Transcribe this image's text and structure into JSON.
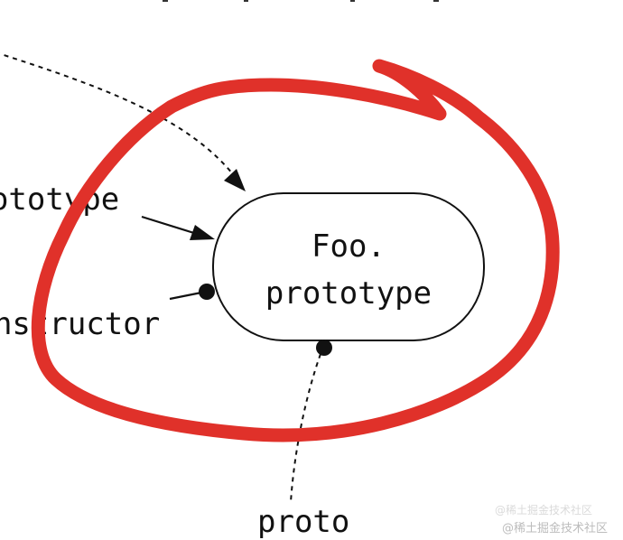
{
  "diagram": {
    "node": {
      "label_line1": "Foo.",
      "label_line2": "prototype"
    },
    "labels": {
      "prototype": "prototype",
      "constructor": "constructor",
      "proto": "proto"
    },
    "colors": {
      "highlight_circle": "#e0312a",
      "ink": "#111111",
      "background": "#ffffff"
    }
  },
  "watermark": {
    "ghost": "@稀土掘金技术社区",
    "main": "@稀土掘金技术社区"
  }
}
